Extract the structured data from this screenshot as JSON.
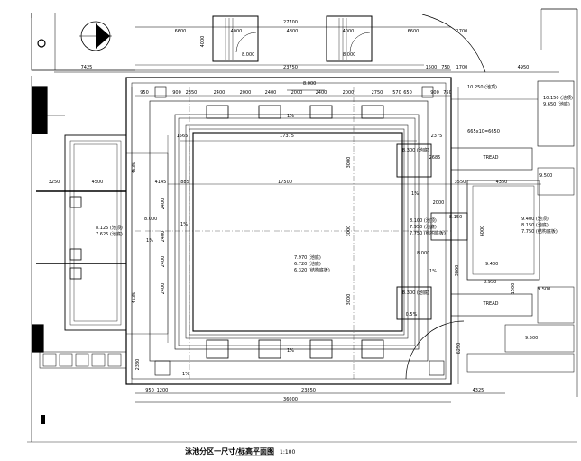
{
  "plan": {
    "title": "泳池分区一尺寸/标高平面图",
    "scale": "1:100"
  },
  "dims": {
    "top_overall": "27700",
    "top_6600_l": "6600",
    "top_4000_l": "4000",
    "top_4800": "4800",
    "top_4000_r": "4000",
    "top_6600_r": "6600",
    "top_1700": "1700",
    "top_4000_v": "4000",
    "row2_7425": "7425",
    "row2_23750": "23750",
    "row2_1500": "1500",
    "row2_750": "750",
    "row2_1700": "1700",
    "row2_4950": "4950",
    "row3_950": "950",
    "row3_900": "900",
    "row3_2350": "2350",
    "row3_2400a": "2400",
    "row3_2000a": "2000",
    "row3_2400b": "2400",
    "row3_2000b": "2000",
    "row3_2400c": "2400",
    "row3_2000c": "2000",
    "row3_2750": "2750",
    "row3_570": "570",
    "row3_650": "650",
    "row3_900b": "900",
    "row3_750": "750",
    "row4_17375": "17375",
    "row4_2375": "2375",
    "row4_1565": "1565",
    "pool_17500": "17500",
    "pool_4145": "4145",
    "pool_885": "885",
    "left_3250": "3250",
    "left_4500": "4500",
    "bot_2380": "2380",
    "bot_1200": "1200",
    "bot_950": "950",
    "bot_23850": "23850",
    "bot_36000": "36000",
    "bot_4325": "4325",
    "v_4535_top": "4535",
    "v_4535_bot": "4535",
    "v_2400a": "2400",
    "v_2400b": "2400",
    "v_2400c": "2400",
    "v_2400d": "2400",
    "v_3000a": "3000",
    "v_3000b": "3000",
    "v_3000c": "3000",
    "v_2000": "2000",
    "v_6000": "6000",
    "v_3860": "3860",
    "v_2685": "2685",
    "v_3550": "3550",
    "v_4350": "4350",
    "v_6250": "6250",
    "r_665x10": "665x10=6650",
    "r_1500": "1500"
  },
  "levels": {
    "top_8000a": "8.000",
    "top_8000b": "8.000",
    "top_8000c": "8.000",
    "pool_l1": "7.970 (池底)",
    "pool_l2": "6.720 (池底)",
    "pool_l3": "6.320 (结构底板)",
    "left_l1": "8.125 (池顶)",
    "left_l2": "7.625 (池底)",
    "left_8000": "8.000",
    "rt_l1": "10.250 (池顶)",
    "rt_l2": "10.150 (池顶)",
    "rt_l3": "9.650 (池底)",
    "r_9500a": "9.500",
    "r_9400": "9.400",
    "r_9500b": "9.500",
    "r_9500c": "9.500",
    "r_8950": "8.950",
    "r_mid1": "9.400 (池顶)",
    "r_mid2": "8.150 (池底)",
    "r_mid3": "7.750 (结构底板)",
    "c_mid1": "8.100 (池顶)",
    "c_mid2": "7.950 (池底)",
    "c_mid3": "7.750 (结构底板)",
    "c_8000": "8.000",
    "c_8150": "8.150",
    "sw_8300": "8.300 (池底)",
    "pads_8300": "8.300 (池底)"
  },
  "marks": {
    "one_1": "1%",
    "one_2": "1%",
    "one_3": "1%",
    "one_4": "1%",
    "one_5": "1%",
    "one_6": "1%",
    "step_1": "1%",
    "gauge": "0.5%",
    "tread_a": "TREAD",
    "tread_b": "TREAD"
  }
}
